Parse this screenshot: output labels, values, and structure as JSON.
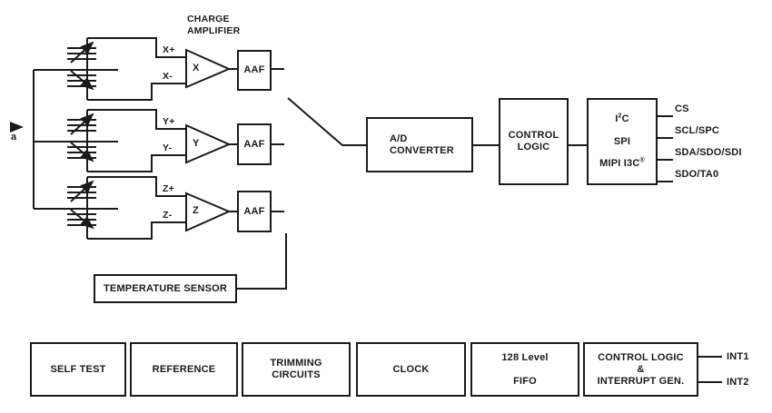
{
  "colors": {
    "line": "#1a1a1a",
    "background": "#ffffff"
  },
  "input": {
    "acceleration_label": "a"
  },
  "charge_amplifier": {
    "title_line1": "CHARGE",
    "title_line2": "AMPLIFIER"
  },
  "channels": [
    {
      "axis": "X",
      "plus": "X+",
      "minus": "X-",
      "amp_label": "X",
      "filter_label": "AAF"
    },
    {
      "axis": "Y",
      "plus": "Y+",
      "minus": "Y-",
      "amp_label": "Y",
      "filter_label": "AAF"
    },
    {
      "axis": "Z",
      "plus": "Z+",
      "minus": "Z-",
      "amp_label": "Z",
      "filter_label": "AAF"
    }
  ],
  "temperature_sensor": {
    "label": "TEMPERATURE SENSOR"
  },
  "adc": {
    "line1": "A/D",
    "line2": "CONVERTER"
  },
  "control_logic": {
    "line1": "CONTROL",
    "line2": "LOGIC"
  },
  "serial_interface": {
    "i2c_i": "I",
    "i2c_sup": "2",
    "i2c_c": "C",
    "spi": "SPI",
    "mipi": "MIPI I3C",
    "mipi_sup": "®",
    "pins": [
      "CS",
      "SCL/SPC",
      "SDA/SDO/SDI",
      "SDO/TA0"
    ]
  },
  "bottom_row": [
    {
      "line1": "SELF TEST",
      "line2": "",
      "line3": ""
    },
    {
      "line1": "REFERENCE",
      "line2": "",
      "line3": ""
    },
    {
      "line1": "TRIMMING",
      "line2": "CIRCUITS",
      "line3": ""
    },
    {
      "line1": "CLOCK",
      "line2": "",
      "line3": ""
    },
    {
      "line1": "128 Level",
      "line2": "FIFO",
      "line3": ""
    },
    {
      "line1": "CONTROL LOGIC",
      "line2": "&",
      "line3": "INTERRUPT GEN."
    }
  ],
  "interrupts": {
    "int1": "INT1",
    "int2": "INT2"
  }
}
